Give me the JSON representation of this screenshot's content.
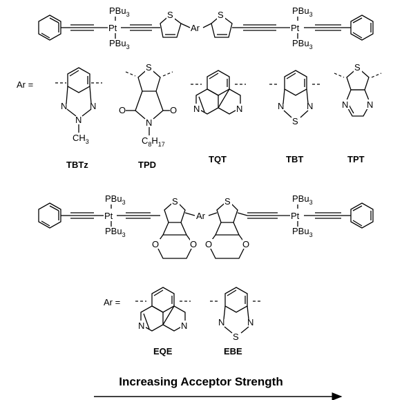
{
  "atoms": {
    "pbu3": "PBu",
    "sub3": "3",
    "pt": "Pt",
    "s": "S",
    "ar": "Ar",
    "ar_eq": "Ar =",
    "n": "N",
    "o": "O",
    "ch3": "CH",
    "c8h17": "C",
    "sub8": "8",
    "h17": "H",
    "sub17": "17"
  },
  "acceptors_row1": [
    "TBTz",
    "TPD",
    "TQT",
    "TBT",
    "TPT"
  ],
  "acceptors_row2": [
    "EQE",
    "EBE"
  ],
  "footer": {
    "label": "Increasing Acceptor Strength"
  },
  "colors": {
    "ink": "#000000",
    "background": "#ffffff"
  }
}
